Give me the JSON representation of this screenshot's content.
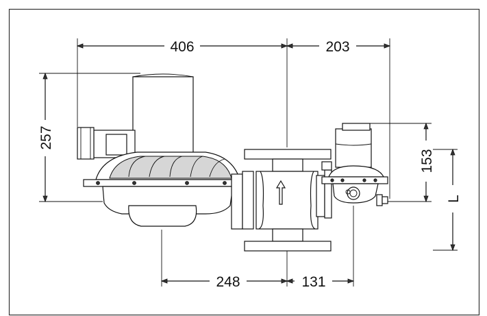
{
  "dimensions": {
    "overall_width": "406",
    "right_width": "203",
    "height_main": "257",
    "height_pilot": "153",
    "bottom_left": "248",
    "bottom_right": "131",
    "length_label": "L"
  }
}
